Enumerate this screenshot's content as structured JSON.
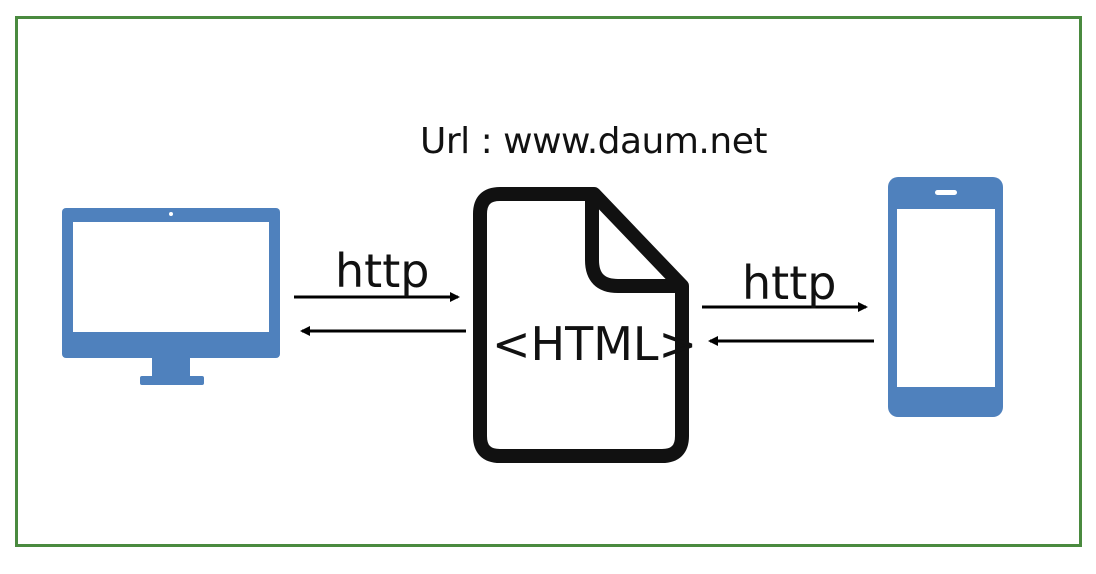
{
  "url_label": "Url : www.daum.net",
  "http_left": "http",
  "http_right": "http",
  "document_label": "<HTML>",
  "colors": {
    "frame": "#4a8a3f",
    "device": "#4f81bd",
    "document": "#111111",
    "arrow": "#000000"
  },
  "icons": [
    "desktop-monitor-icon",
    "html-document-icon",
    "smartphone-icon"
  ]
}
